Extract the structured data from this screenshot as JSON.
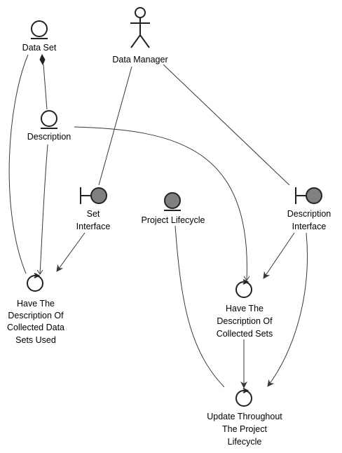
{
  "diagram": {
    "colors": {
      "line": "#383838",
      "node_outline": "#222222",
      "entity_fill": "#ffffff",
      "boundary_fill": "#808080",
      "text": "#000000",
      "background": "#ffffff"
    },
    "nodes": {
      "data_set": {
        "label": [
          "Data Set"
        ],
        "type": "entity"
      },
      "description": {
        "label": [
          "Description"
        ],
        "type": "entity"
      },
      "data_manager": {
        "label": [
          "Data Manager"
        ],
        "type": "actor"
      },
      "set_interface": {
        "label": [
          "Set",
          "Interface"
        ],
        "type": "boundary"
      },
      "project_lifecycle": {
        "label": [
          "Project Lifecycle"
        ],
        "type": "entity-filled"
      },
      "description_interface": {
        "label": [
          "Description",
          "Interface"
        ],
        "type": "boundary"
      },
      "have_desc_data_sets": {
        "label": [
          "Have The",
          "Description Of",
          "Collected Data",
          "Sets Used"
        ],
        "type": "control"
      },
      "have_desc_sets": {
        "label": [
          "Have The",
          "Description Of",
          "Collected Sets"
        ],
        "type": "control"
      },
      "update_lifecycle": {
        "label": [
          "Update Throughout",
          "The Project",
          "Lifecycle"
        ],
        "type": "control"
      }
    }
  }
}
